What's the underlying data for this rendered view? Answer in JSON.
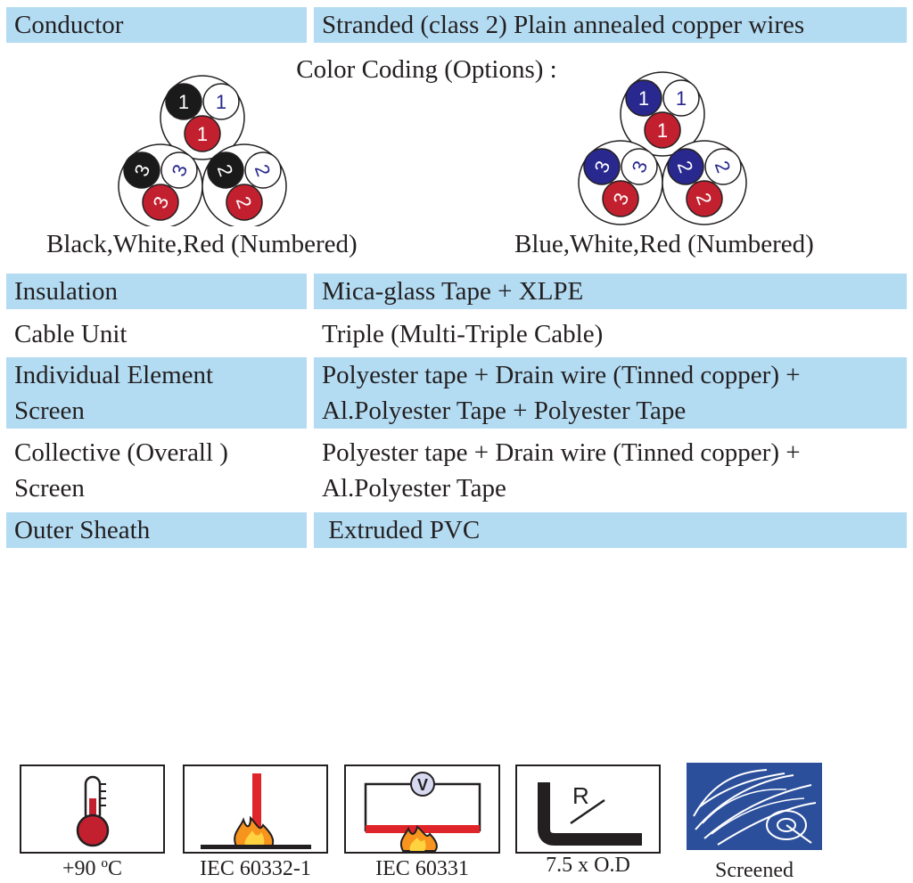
{
  "rows": {
    "conductor": {
      "label": "Conductor",
      "value": "Stranded (class 2) Plain annealed copper wires"
    },
    "insulation": {
      "label": "Insulation",
      "value": "Mica-glass Tape + XLPE"
    },
    "cable_unit": {
      "label": "Cable Unit",
      "value": "Triple (Multi-Triple Cable)"
    },
    "individual_screen": {
      "label_1": "Individual Element",
      "label_2": "Screen",
      "value_1": "Polyester tape + Drain wire (Tinned copper) +",
      "value_2": "Al.Polyester Tape + Polyester Tape"
    },
    "collective_screen": {
      "label_1": "Collective (Overall )",
      "label_2": "Screen",
      "value_1": "Polyester tape + Drain wire (Tinned copper) +",
      "value_2": "Al.Polyester Tape"
    },
    "outer_sheath": {
      "label": "Outer Sheath",
      "value": " Extruded PVC"
    }
  },
  "color_coding": {
    "title": "Color Coding (Options) :",
    "option_a": "Black,White,Red (Numbered)",
    "option_b": "Blue,White,Red (Numbered)",
    "numbers": [
      "1",
      "2",
      "3"
    ],
    "colors": {
      "black": "#1a1a1a",
      "red": "#c3202f",
      "blue": "#28288f",
      "white": "#ffffff"
    }
  },
  "icons": [
    {
      "name": "thermometer-icon",
      "label": "+90 ºC"
    },
    {
      "name": "flame-test-icon",
      "label": "IEC 60332-1"
    },
    {
      "name": "fire-voltage-icon",
      "label": "IEC 60331"
    },
    {
      "name": "bend-radius-icon",
      "label": "7.5 x O.D",
      "glyph": "R"
    },
    {
      "name": "screened-icon",
      "label": "Screened"
    }
  ],
  "icon_glyphs": {
    "voltmeter": "V"
  },
  "accent_color": "#b3dcf3"
}
